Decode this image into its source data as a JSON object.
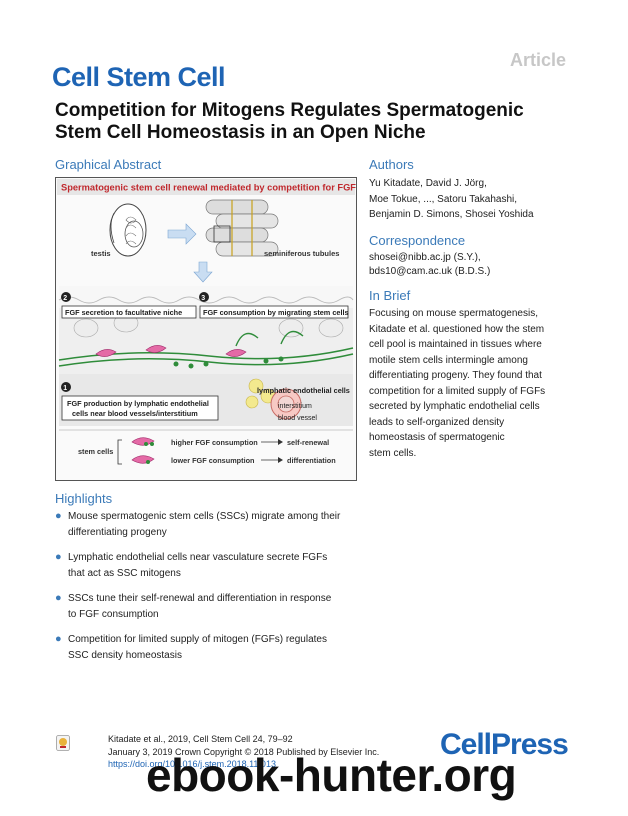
{
  "article_tag": "Article",
  "journal": "Cell Stem Cell",
  "title": "Competition for Mitogens Regulates Spermatogenic Stem Cell Homeostasis in an Open Niche",
  "graphical_abstract": {
    "heading": "Graphical Abstract",
    "banner": "Spermatogenic stem cell renewal mediated by competition for FGF",
    "labels": {
      "testis": "testis",
      "tubules": "seminiferous tubules",
      "num2": "2",
      "num3": "3",
      "num1": "1",
      "fgf_secretion": "FGF secretion to facultative niche",
      "fgf_consumption": "FGF consumption by migrating stem cells",
      "fgf_production_1": "FGF production by lymphatic endothelial",
      "fgf_production_2": "cells near blood vessels/interstitium",
      "lymphatic": "lymphatic endothelial cells",
      "interstitium": "interstitium",
      "blood_vessel": "blood vessel",
      "stem_cells": "stem cells",
      "higher": "higher FGF consumption",
      "lower": "lower FGF consumption",
      "self_renewal": "self-renewal",
      "differentiation": "differentiation"
    }
  },
  "authors": {
    "heading": "Authors",
    "lines": [
      "Yu Kitadate, David J. Jörg,",
      "Moe Tokue, ..., Satoru Takahashi,",
      "Benjamin D. Simons, Shosei Yoshida"
    ]
  },
  "correspondence": {
    "heading": "Correspondence",
    "lines": [
      "shosei@nibb.ac.jp (S.Y.),",
      "bds10@cam.ac.uk (B.D.S.)"
    ]
  },
  "in_brief": {
    "heading": "In Brief",
    "lines": [
      "Focusing on mouse spermatogenesis,",
      "Kitadate et al. questioned how the stem",
      "cell pool is maintained in tissues where",
      "motile stem cells intermingle among",
      "differentiating progeny. They found that",
      "competition for a limited supply of FGFs",
      "secreted by lymphatic endothelial cells",
      "leads to self-organized density",
      "homeostasis of spermatogenic",
      "stem cells."
    ]
  },
  "highlights": {
    "heading": "Highlights",
    "items": [
      [
        "Mouse spermatogenic stem cells (SSCs) migrate among their",
        "differentiating progeny"
      ],
      [
        "Lymphatic endothelial cells near vasculature secrete FGFs",
        "that act as SSC mitogens"
      ],
      [
        "SSCs tune their self-renewal and differentiation in response",
        "to FGF consumption"
      ],
      [
        "Competition for limited supply of mitogen (FGFs) regulates",
        "SSC density homeostasis"
      ]
    ]
  },
  "citation": {
    "line1": "Kitadate et al., 2019, Cell Stem Cell 24, 79–92",
    "line2": "January 3, 2019 Crown Copyright © 2018 Published by Elsevier Inc.",
    "line3": "https://doi.org/10.1016/j.stem.2018.11.013"
  },
  "publisher": "CellPress",
  "watermark": "ebook-hunter.org",
  "colors": {
    "brand_blue": "#1e64b4",
    "section_blue": "#3b7ab8",
    "banner_red": "#c0282d"
  }
}
